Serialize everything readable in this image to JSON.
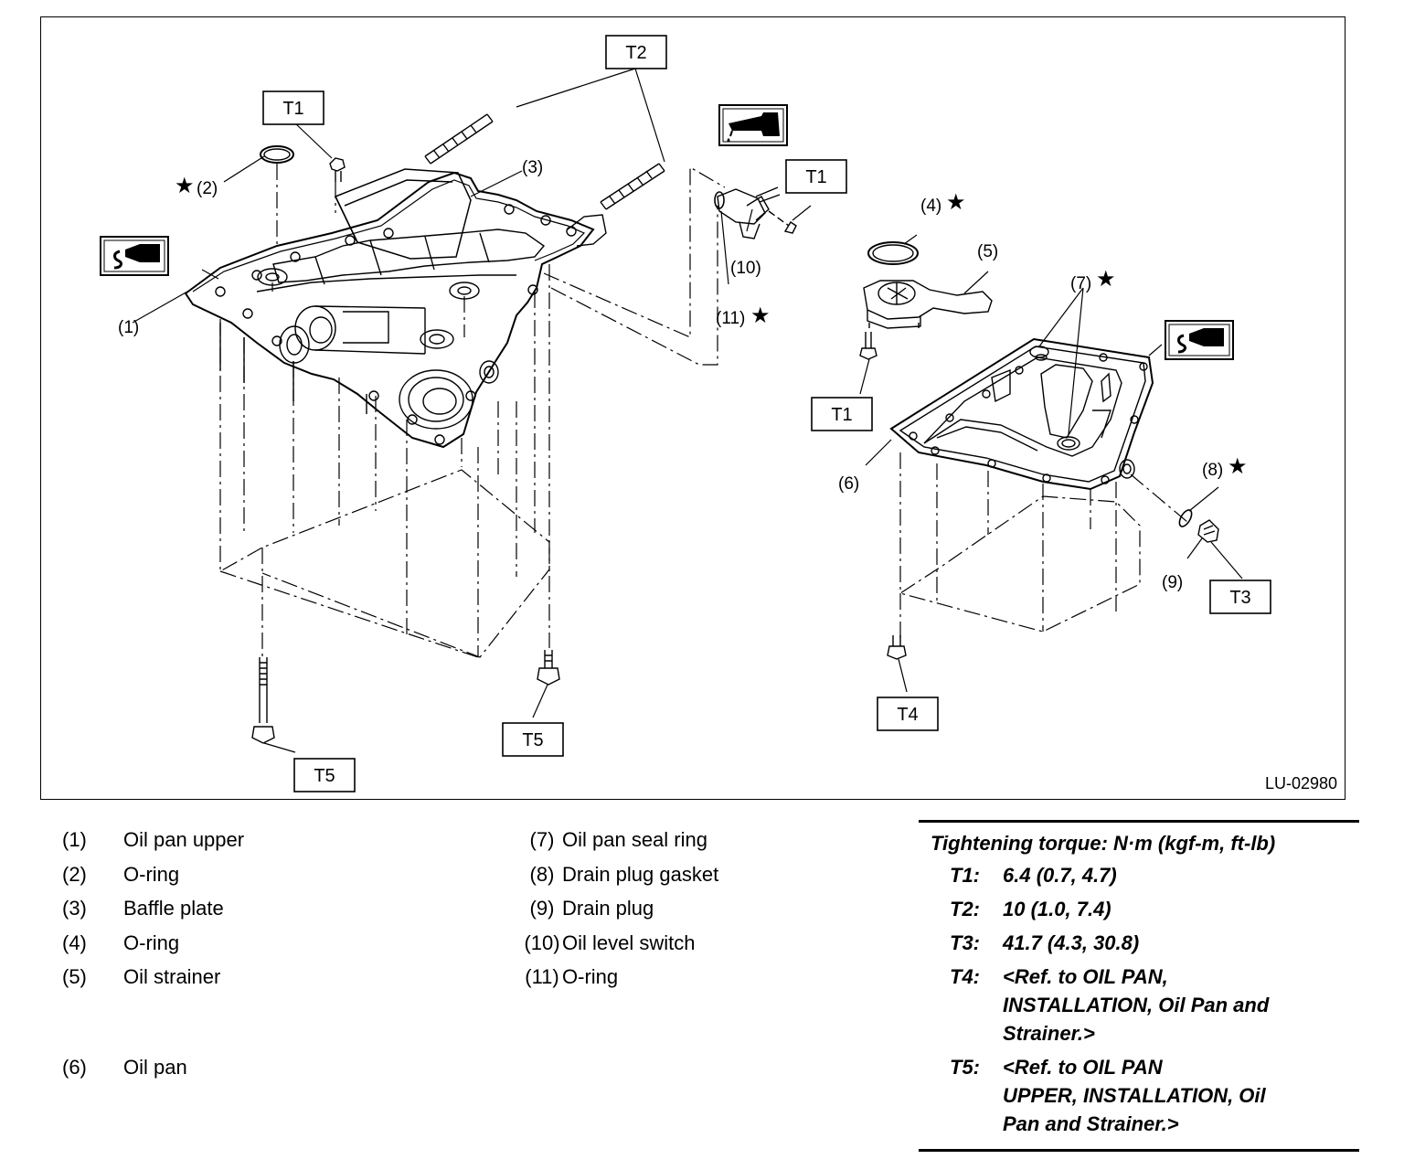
{
  "figure": {
    "id": "LU-02980",
    "torque_tags": [
      "T1",
      "T2",
      "T3",
      "T4",
      "T5"
    ],
    "callouts": [
      "(1)",
      "(2)",
      "(3)",
      "(4)",
      "(5)",
      "(6)",
      "(7)",
      "(8)",
      "(9)",
      "(10)",
      "(11)"
    ],
    "star": "★",
    "icons": [
      "liquid-gasket-icon",
      "engine-oil-icon"
    ]
  },
  "legend": {
    "col1": [
      {
        "num": "(1)",
        "text": "Oil pan upper"
      },
      {
        "num": "(2)",
        "text": "O-ring"
      },
      {
        "num": "(3)",
        "text": "Baffle plate"
      },
      {
        "num": "(4)",
        "text": "O-ring"
      },
      {
        "num": "(5)",
        "text": "Oil strainer"
      },
      {
        "num": "(6)",
        "text": "Oil pan"
      }
    ],
    "col2": [
      {
        "num": "(7)",
        "text": "Oil pan seal ring"
      },
      {
        "num": "(8)",
        "text": "Drain plug gasket"
      },
      {
        "num": "(9)",
        "text": "Drain plug"
      },
      {
        "num": "(10)",
        "text": "Oil level switch"
      },
      {
        "num": "(11)",
        "text": "O-ring"
      }
    ]
  },
  "torque": {
    "title": "Tightening torque: N·m (kgf-m, ft-lb)",
    "rows": [
      {
        "key": "T1:",
        "lines": [
          "6.4 (0.7, 4.7)"
        ]
      },
      {
        "key": "T2:",
        "lines": [
          "10 (1.0, 7.4)"
        ]
      },
      {
        "key": "T3:",
        "lines": [
          "41.7 (4.3, 30.8)"
        ]
      },
      {
        "key": "T4:",
        "lines": [
          "<Ref. to OIL PAN,",
          "INSTALLATION, Oil Pan and",
          "Strainer.>"
        ]
      },
      {
        "key": "T5:",
        "lines": [
          "<Ref. to OIL PAN",
          "UPPER, INSTALLATION, Oil",
          "Pan and Strainer.>"
        ]
      }
    ]
  }
}
